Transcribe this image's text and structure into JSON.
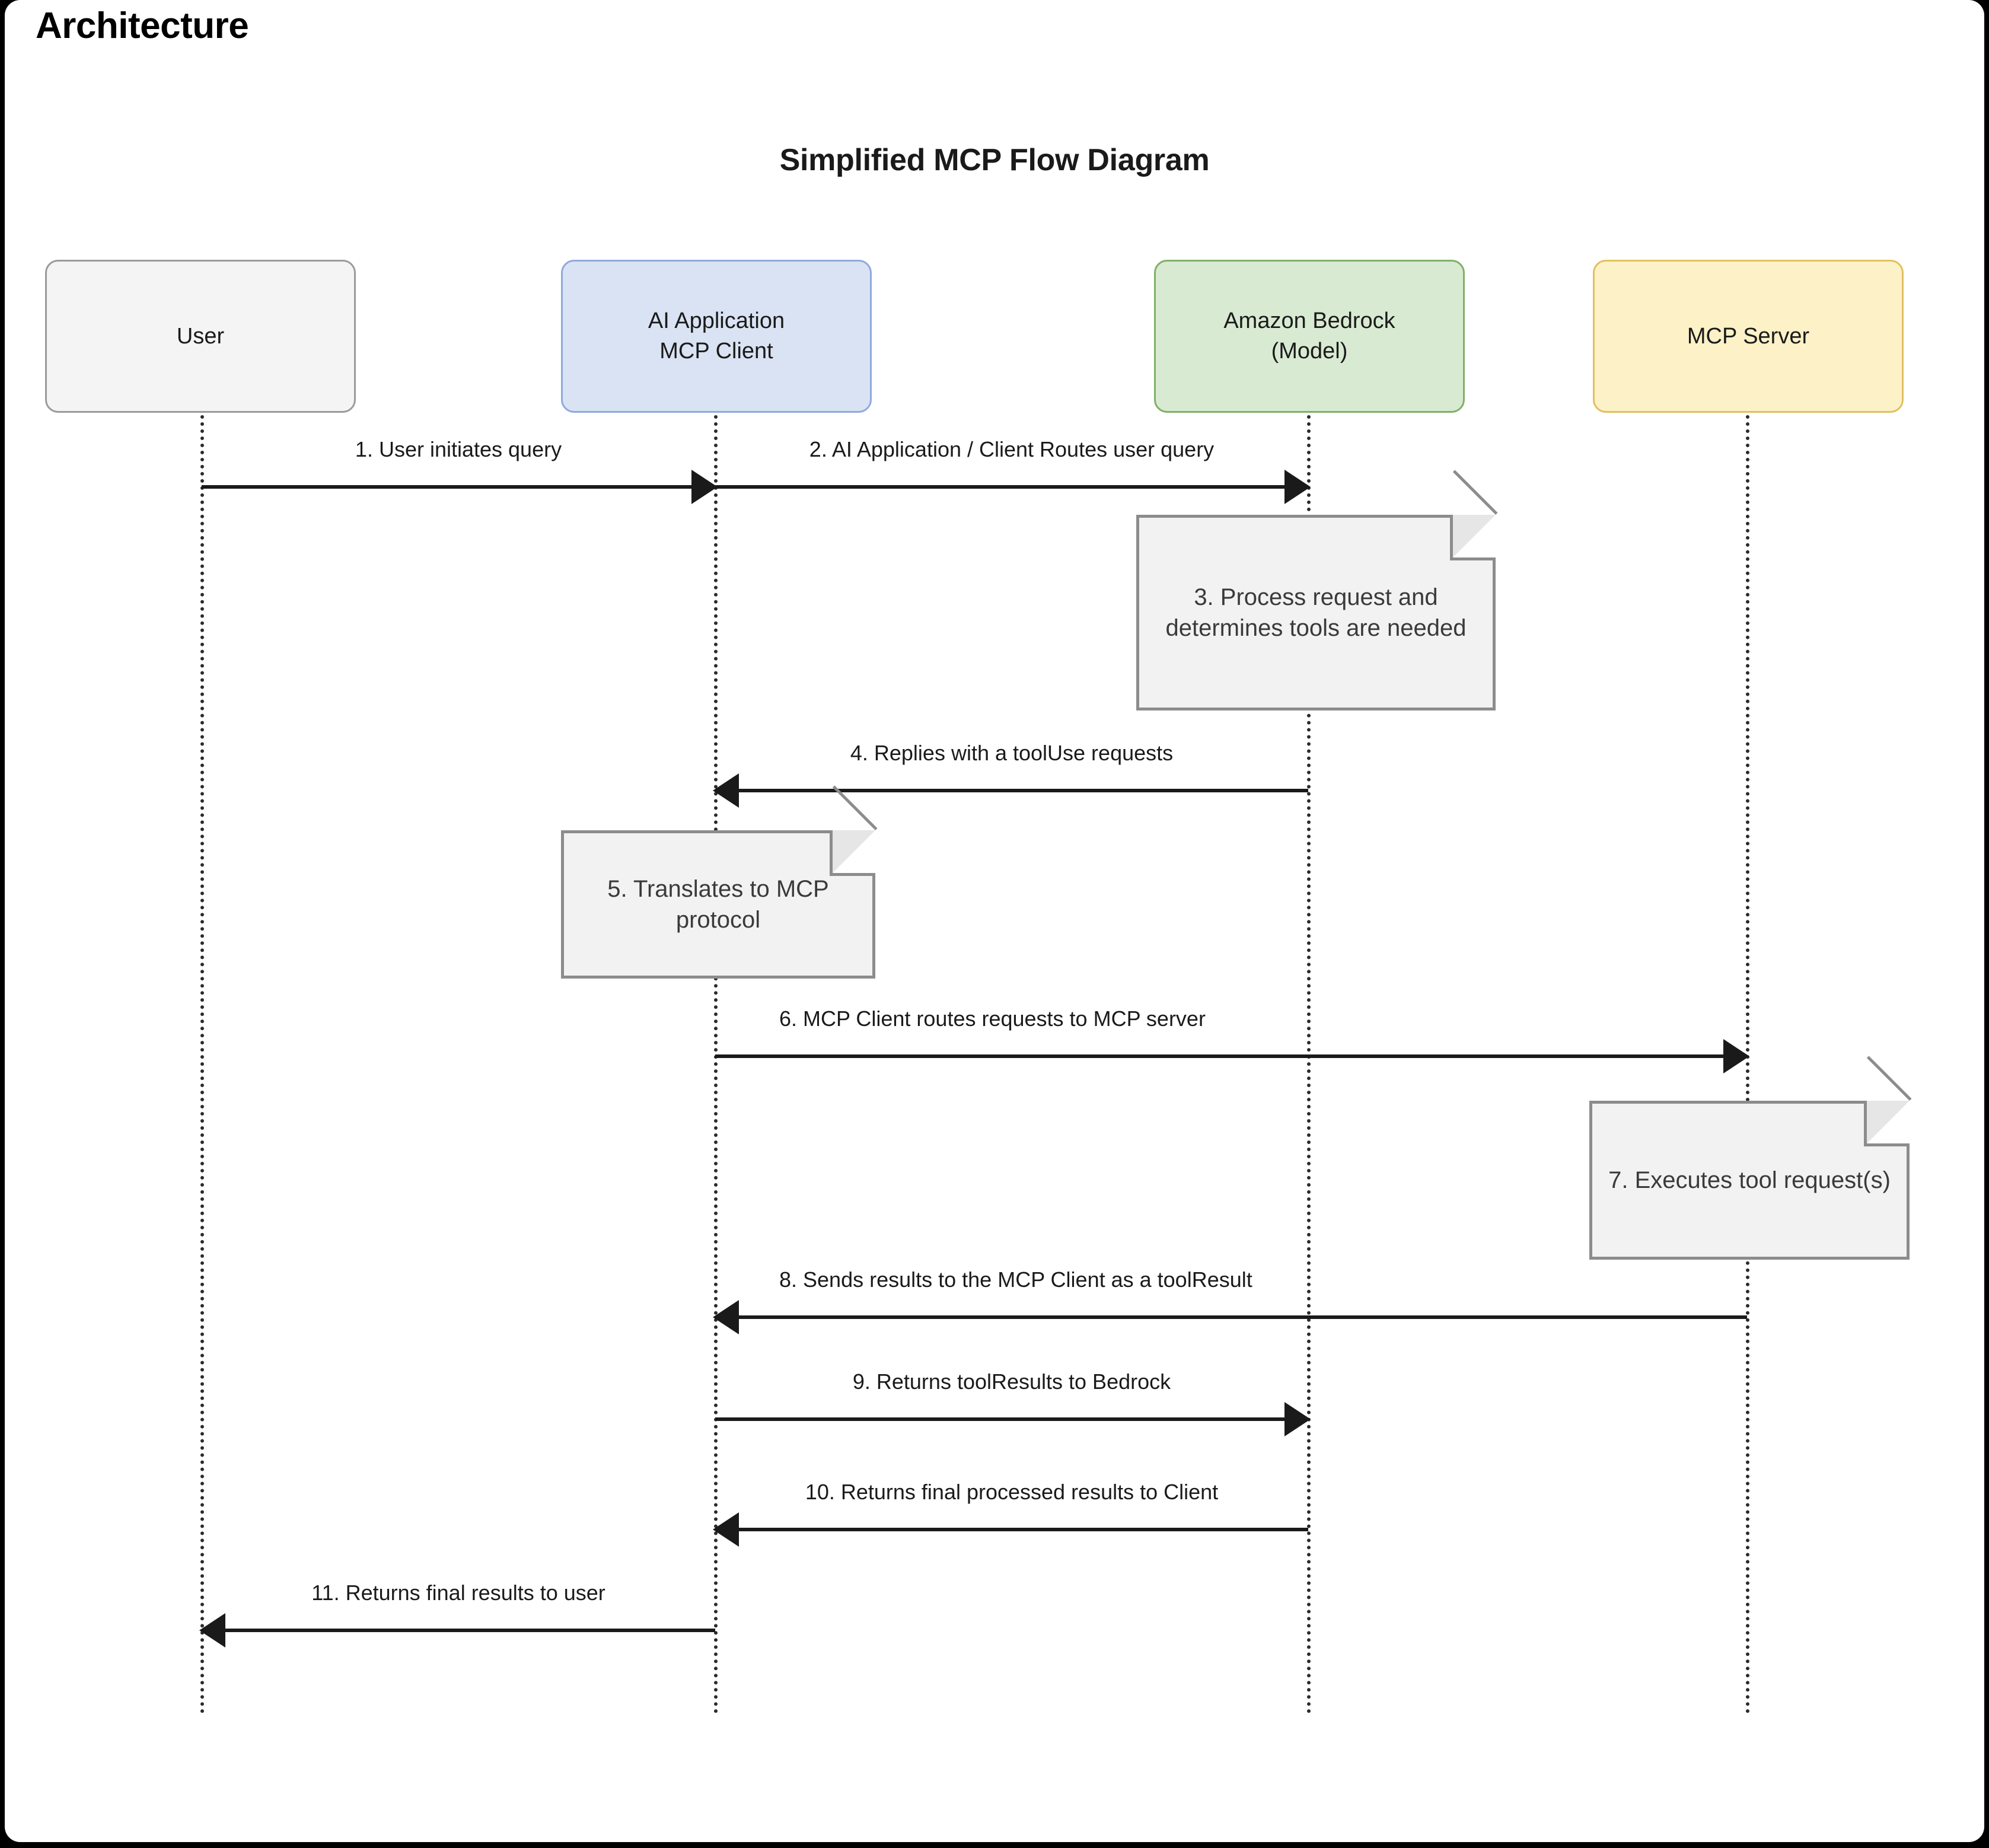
{
  "page": {
    "header_title": "Architecture"
  },
  "diagram": {
    "title": "Simplified MCP Flow Diagram",
    "type": "sequence",
    "colors": {
      "user_fill": "#f4f4f4",
      "user_stroke": "#9b9b9b",
      "client_fill": "#dae3f3",
      "client_stroke": "#8faadc",
      "bedrock_fill": "#d9ead3",
      "bedrock_stroke": "#7fb069",
      "server_fill": "#fdf1c7",
      "server_stroke": "#e0c060",
      "note_fill": "#f2f2f2",
      "note_stroke": "#8c8c8c",
      "line": "#1a1a1a"
    },
    "participants": [
      {
        "id": "user",
        "label": "User"
      },
      {
        "id": "client",
        "label": "AI Application\nMCP Client",
        "line1": "AI Application",
        "line2": "MCP Client"
      },
      {
        "id": "bedrock",
        "label": "Amazon Bedrock\n(Model)",
        "line1": "Amazon Bedrock",
        "line2": "(Model)"
      },
      {
        "id": "server",
        "label": "MCP Server"
      }
    ],
    "messages": [
      {
        "n": "1",
        "label": "1. User initiates query",
        "from": "user",
        "to": "client",
        "direction": "right"
      },
      {
        "n": "2",
        "label": "2. AI Application / Client Routes user query",
        "from": "client",
        "to": "bedrock",
        "direction": "right"
      },
      {
        "n": "4",
        "label": "4. Replies with a toolUse requests",
        "from": "bedrock",
        "to": "client",
        "direction": "left"
      },
      {
        "n": "6",
        "label": "6. MCP Client routes requests to MCP server",
        "from": "client",
        "to": "server",
        "direction": "right"
      },
      {
        "n": "8",
        "label": "8. Sends results to the MCP Client as a toolResult",
        "from": "server",
        "to": "client",
        "direction": "left"
      },
      {
        "n": "9",
        "label": "9. Returns toolResults to Bedrock",
        "from": "client",
        "to": "bedrock",
        "direction": "right"
      },
      {
        "n": "10",
        "label": "10. Returns final processed results to Client",
        "from": "bedrock",
        "to": "client",
        "direction": "left"
      },
      {
        "n": "11",
        "label": "11. Returns final results to user",
        "from": "client",
        "to": "user",
        "direction": "left"
      }
    ],
    "notes": [
      {
        "n": "3",
        "on": "bedrock",
        "text": "3. Process request and determines tools are needed"
      },
      {
        "n": "5",
        "on": "client",
        "text": "5. Translates to MCP protocol"
      },
      {
        "n": "7",
        "on": "server",
        "text": "7. Executes tool request(s)"
      }
    ]
  }
}
